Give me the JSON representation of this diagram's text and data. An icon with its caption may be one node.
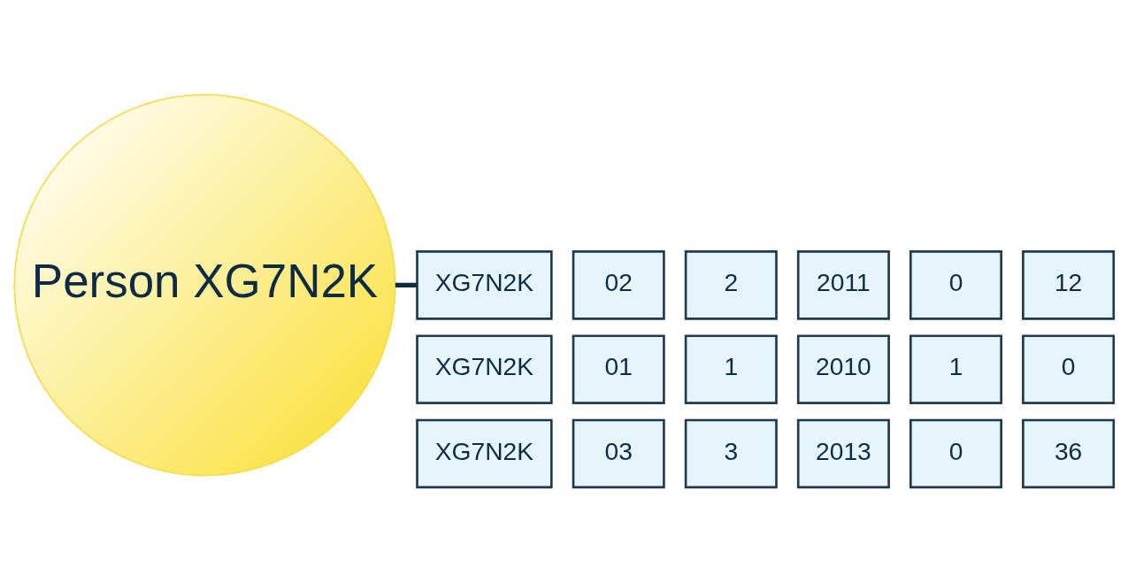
{
  "diagram": {
    "nodes": [
      {
        "text": [
          "Person XG7N2K"
        ]
      },
      {
        "text": [
          "XG7N2K"
        ]
      },
      {
        "text": [
          "02"
        ]
      },
      {
        "text": [
          "2"
        ]
      },
      {
        "text": [
          "2011"
        ]
      },
      {
        "text": [
          "0"
        ]
      },
      {
        "text": [
          "12"
        ]
      },
      {
        "text": [
          "XG7N2K"
        ]
      },
      {
        "text": [
          "01"
        ]
      },
      {
        "text": [
          "1"
        ]
      },
      {
        "text": [
          "2010"
        ]
      },
      {
        "text": [
          "1"
        ]
      },
      {
        "text": [
          "0"
        ]
      },
      {
        "text": [
          "XG7N2K"
        ]
      },
      {
        "text": [
          "03"
        ]
      },
      {
        "text": [
          "3"
        ]
      },
      {
        "text": [
          "2013"
        ]
      },
      {
        "text": [
          "0"
        ]
      },
      {
        "text": [
          "36"
        ]
      }
    ],
    "edges": [
      {
        "from": 0,
        "to": 1,
        "arrow": "none"
      }
    ]
  }
}
